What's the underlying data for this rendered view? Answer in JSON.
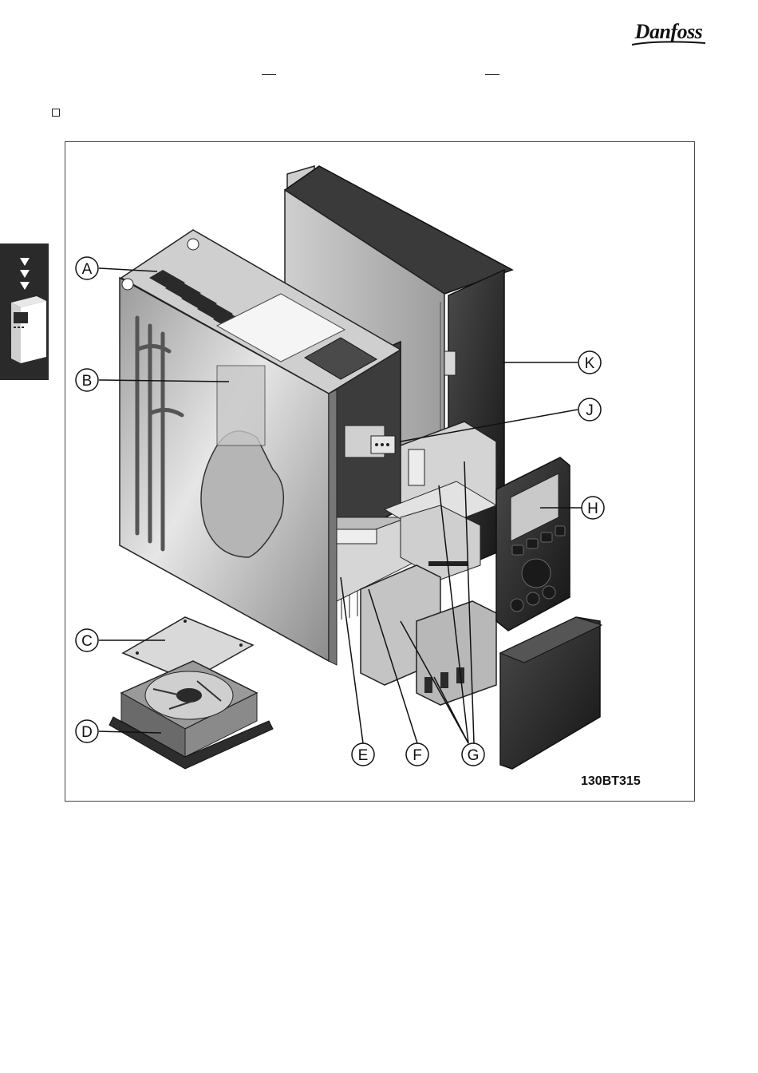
{
  "header": {
    "logo_text": "Danfoss"
  },
  "figure": {
    "code": "130BT315",
    "callouts": [
      "A",
      "B",
      "C",
      "D",
      "E",
      "F",
      "G",
      "H",
      "J",
      "K"
    ]
  },
  "colors": {
    "side_tab": "#2a2a2a",
    "panel_dark": "#2b2b2b",
    "metal_light": "#d9d9d9",
    "metal_mid": "#a8a8a8"
  }
}
